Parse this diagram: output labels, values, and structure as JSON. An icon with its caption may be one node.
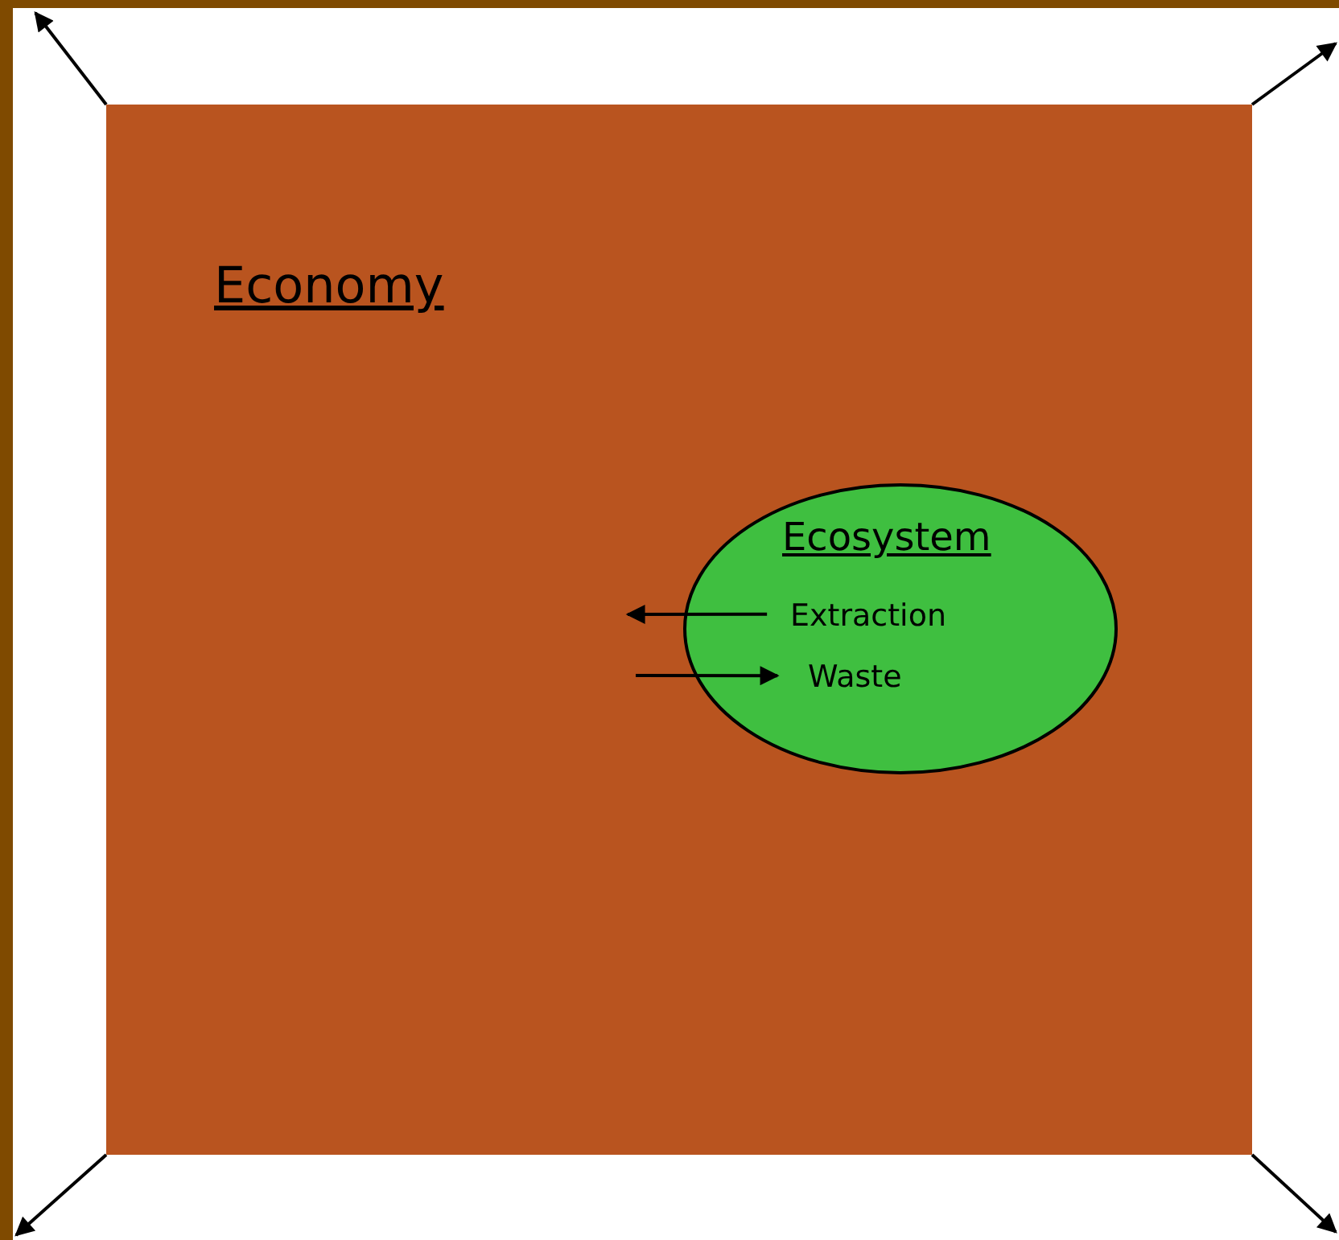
{
  "diagram": {
    "nodes": [
      {
        "text": [
          "Economy"
        ]
      },
      {
        "text": [
          "Ecosystem"
        ],
        "in": 0
      }
    ],
    "edges": [
      {
        "from": 1,
        "to": null,
        "label": "Extraction",
        "arrow": "to"
      },
      {
        "from": null,
        "to": 1,
        "label": "Waste",
        "arrow": "to"
      },
      {
        "from": 0,
        "to": null,
        "arrow": "to"
      },
      {
        "from": 0,
        "to": null,
        "arrow": "to"
      },
      {
        "from": 0,
        "to": null,
        "arrow": "to"
      },
      {
        "from": 0,
        "to": null,
        "arrow": "to"
      }
    ]
  }
}
